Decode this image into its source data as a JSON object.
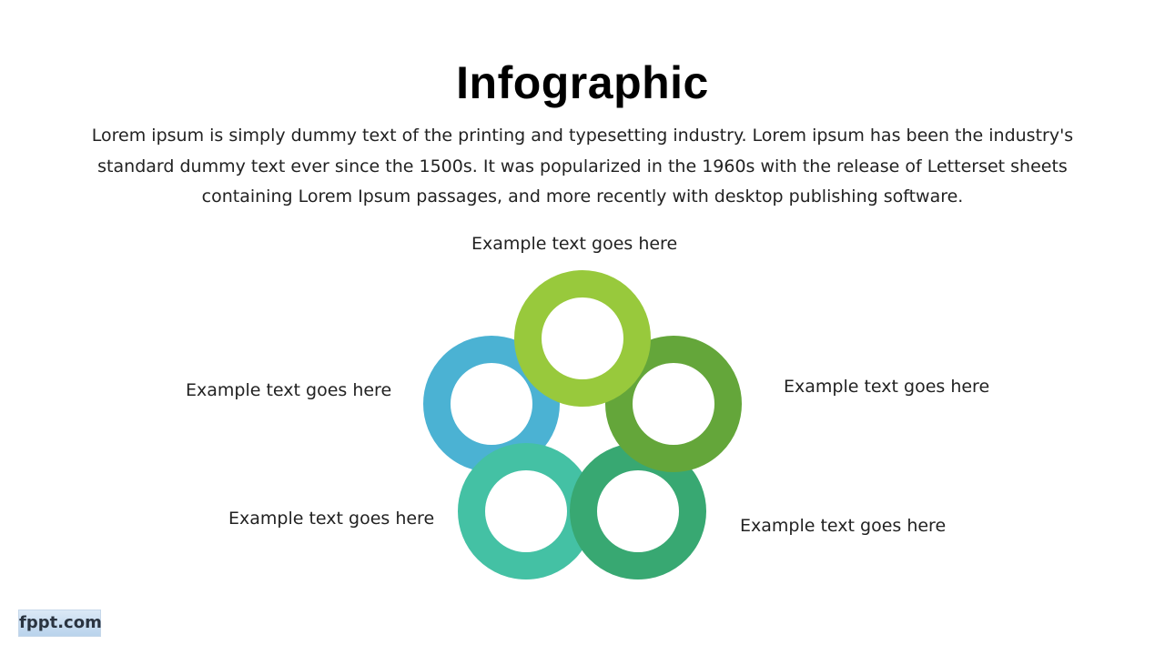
{
  "title": "Infographic",
  "description": "Lorem ipsum is simply dummy text of the printing and typesetting industry. Lorem ipsum has been the industry's standard dummy text ever since the 1500s. It was popularized in the 1960s with the release of Letterset sheets containing Lorem Ipsum passages, and more recently with desktop publishing software.",
  "items": [
    {
      "label": "Example text goes here",
      "color": "#98c93c"
    },
    {
      "label": "Example text goes here",
      "color": "#64a63a"
    },
    {
      "label": "Example text goes here",
      "color": "#38a872"
    },
    {
      "label": "Example text goes here",
      "color": "#44c1a4"
    },
    {
      "label": "Example text goes here",
      "color": "#4bb2d3"
    }
  ],
  "logo": "fppt.com"
}
